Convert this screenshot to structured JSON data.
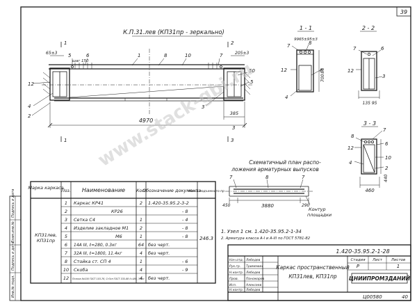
{
  "sheet": {
    "page_number": "39",
    "title": "К.П.31.лев (КП31пр - зеркально)",
    "watermark": "www.stack-gbi.ru",
    "side_labels": [
      "Инв.№ подл.",
      "Подпись и дата",
      "Взам.инв.№",
      "Подпись и дата"
    ]
  },
  "elevation": {
    "dims": {
      "left_top": "65±3",
      "right_top": "205±3",
      "step": "шаг 150",
      "overall": "4970",
      "right_end": "385"
    },
    "callouts": {
      "c5a": "5",
      "c6a": "6",
      "c1": "1",
      "c8": "8",
      "c10": "10",
      "c7": "7",
      "c12": "12",
      "c4": "4",
      "c2": "2",
      "c50": "50",
      "c5b": "5",
      "c3": "3"
    },
    "section_marks": {
      "s1": "1",
      "s2": "2",
      "s3": "3",
      "s1b": "1",
      "s3b": "3"
    }
  },
  "section_11": {
    "title": "1 - 1",
    "dim_top": "9965±95±3",
    "dim_height": "700±8",
    "callouts": {
      "c7": "7",
      "c8": "8",
      "c12": "12",
      "c6": "6",
      "c4": "4"
    }
  },
  "section_22": {
    "title": "2 - 2",
    "callouts": {
      "c7": "7",
      "c6": "6",
      "c12": "12",
      "c3": "3"
    },
    "dim_bottom": "135  95"
  },
  "section_33": {
    "title": "3 - 3",
    "callouts": {
      "c8": "8",
      "c12": "12",
      "c4": "4",
      "c7": "7",
      "c6": "6",
      "c10": "10",
      "c2": "2"
    },
    "dim_440": "440",
    "dim_460": "460"
  },
  "scheme": {
    "title_line1": "Схематичный  план распо-",
    "title_line2": "ложения арматурных выпусков",
    "callouts": {
      "c7": "7",
      "c8": "8",
      "c7b": "7"
    },
    "dims": {
      "left": "450",
      "mid": "3880",
      "right": "290"
    },
    "contour_line1": "Контур",
    "contour_line2": "площадки"
  },
  "spec_table": {
    "headers": [
      "Марка каркаса",
      "Поз.",
      "Наименование",
      "Кол.",
      "Обозначение документа",
      "Масса подъемного пр"
    ],
    "mark": "КП31лев,\nКП31пр",
    "mass_total": "246.3",
    "rows": [
      {
        "pos": "1",
        "name": "Каркас      КР41",
        "qty": "2",
        "doc": "1.420-35.95.2-3-2"
      },
      {
        "pos": "2",
        "name": "КР26",
        "qty": "",
        "doc": "- 8"
      },
      {
        "pos": "3",
        "name": "Сетка      С4",
        "qty": "1",
        "doc": "- 4"
      },
      {
        "pos": "4",
        "name": "Изделие закладное  М1",
        "qty": "2",
        "doc": "- 8"
      },
      {
        "pos": "5",
        "name": "М6",
        "qty": "1",
        "doc": "- 8"
      },
      {
        "pos": "6",
        "name": "14A III, ℓ=280,  0.3кг",
        "qty": "64",
        "doc": "без черт."
      },
      {
        "pos": "7",
        "name": "32A III, ℓ=1800, 11.4кг",
        "qty": "4",
        "doc": "без черт."
      },
      {
        "pos": "8",
        "name": "Стойка ст. СП 4",
        "qty": "1",
        "doc": "- 6"
      },
      {
        "pos": "10",
        "name": "Скоба",
        "qty": "4",
        "doc": "- 9"
      },
      {
        "pos": "12",
        "name": "Полоса 8x100 ГОСТ 103-76, Ст3сп ГОСТ 535-88 ℓ=480, 3.0кг",
        "qty": "4",
        "doc": "без черт."
      }
    ]
  },
  "notes": {
    "n1": "1. Узел 1 см. 1.420-35.95.2-1-34",
    "n2": "2. Арматура класса А-I и А-III  по ГОСТ 5781-82"
  },
  "title_block": {
    "code": "1.420-35.95.2-1-28",
    "name_line1": "Каркас пространственный",
    "name_line2": "КП31лев, КП31пр",
    "stage_hdr": "Стадия",
    "sheet_hdr": "Лист",
    "sheets_hdr": "Листов",
    "stage": "Р",
    "sheet_no": "1",
    "org": "ЦНИИПРОМЗДАНИЙ",
    "roles": [
      "Нач.отд.",
      "Рук.гр.",
      "Н.контр.",
      "Пров.",
      "Исп.",
      "Н.контр."
    ],
    "signers": [
      "Лебедев",
      "Тримемин",
      "Лебедев",
      "Пономарев",
      "Алексеев",
      "Лебедев"
    ],
    "bottom_left": "Ц00580",
    "bottom_right": "40"
  }
}
